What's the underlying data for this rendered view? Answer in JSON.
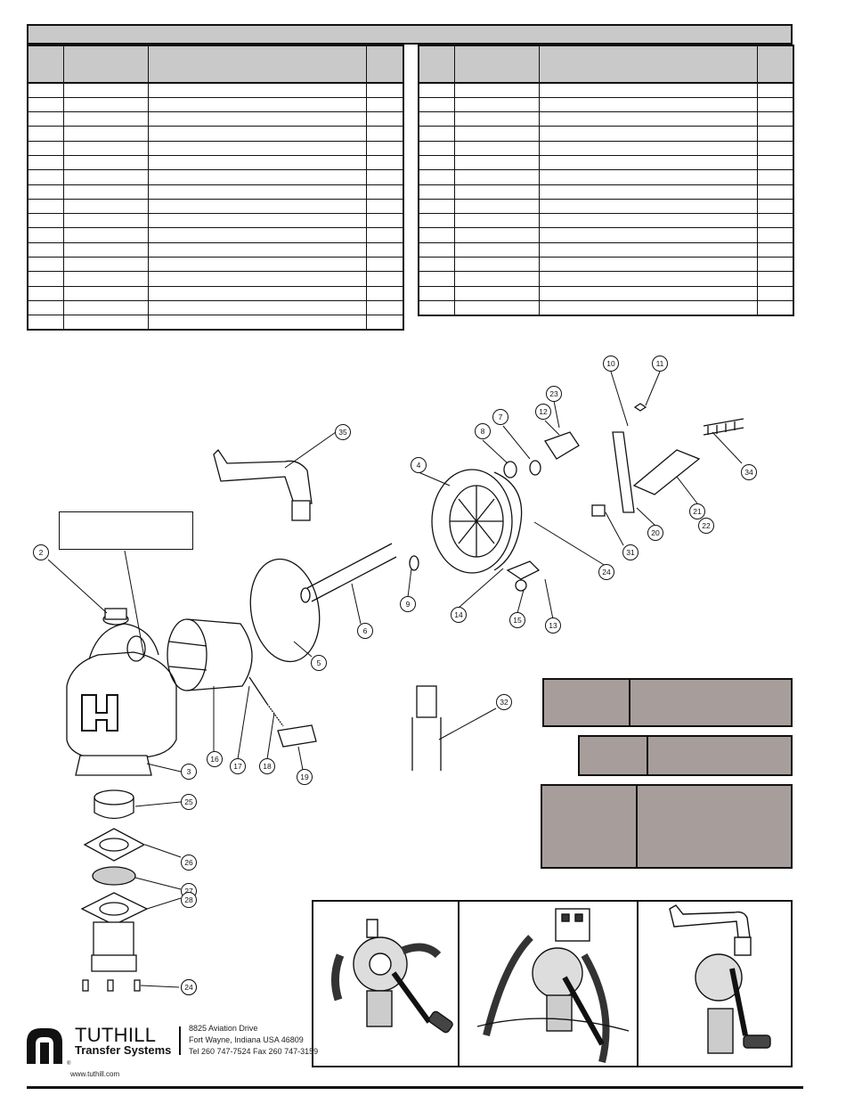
{
  "callouts": [
    "2",
    "3",
    "4",
    "5",
    "6",
    "7",
    "8",
    "9",
    "10",
    "11",
    "12",
    "13",
    "14",
    "15",
    "16",
    "17",
    "18",
    "19",
    "20",
    "21",
    "22",
    "23",
    "24",
    "24",
    "25",
    "26",
    "27",
    "28",
    "24",
    "31",
    "32",
    "34",
    "35"
  ],
  "footer": {
    "company_line1": "TUTHILL",
    "company_line2": "Transfer Systems",
    "address_line1": "8825 Aviation Drive",
    "address_line2": "Fort Wayne, Indiana USA 46809",
    "phone_line": "Tel 260 747-7524  Fax 260 747-3159",
    "website": "www.tuthill.com",
    "registered": "®"
  },
  "colors": {
    "header_gray": "#c9c9c9",
    "info_box_fill": "#a79e9b",
    "ink": "#111111"
  },
  "icons": {
    "logo": "tuthill-logo-icon"
  }
}
